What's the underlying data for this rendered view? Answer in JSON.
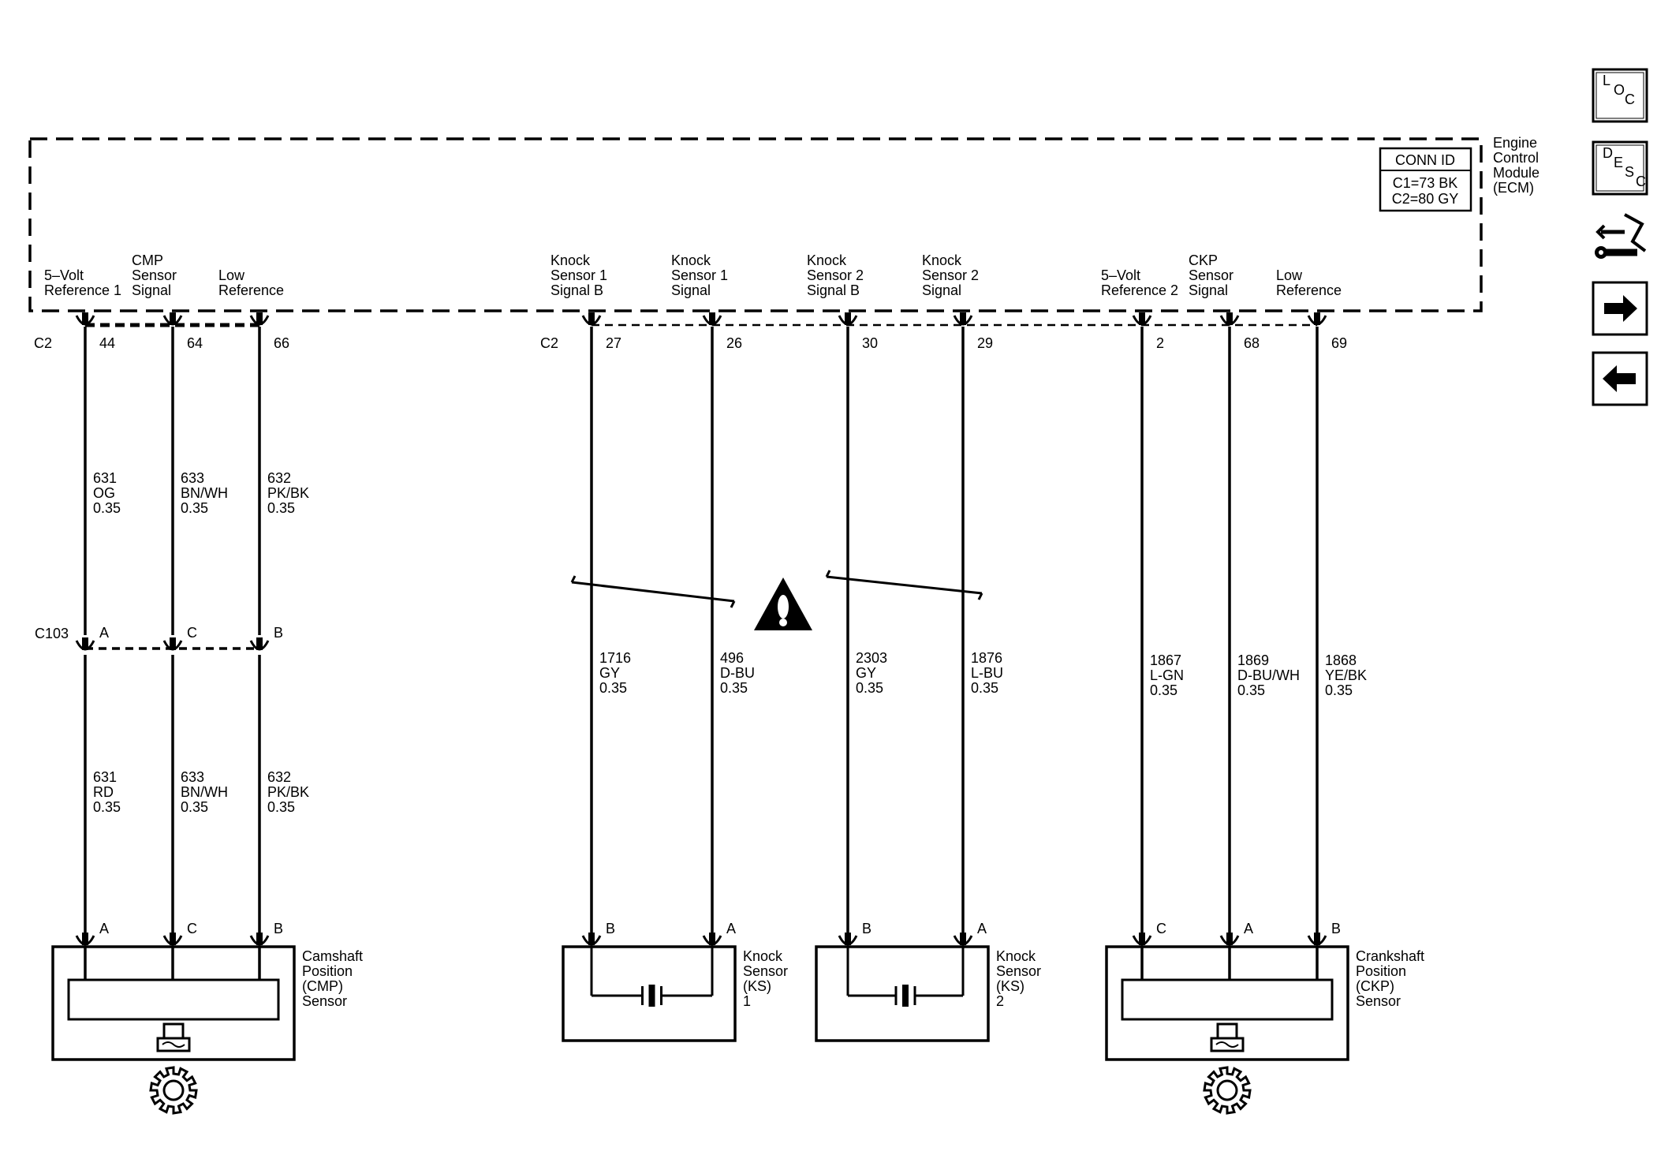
{
  "module": {
    "name": [
      "Engine",
      "Control",
      "Module",
      "(ECM)"
    ],
    "conn_id": {
      "title": "CONN ID",
      "c1": "C1=73 BK",
      "c2": "C2=80 GY"
    }
  },
  "side_icons": [
    "loc-icon",
    "desc-icon",
    "schematic-icon",
    "next-arrow-icon",
    "prev-arrow-icon"
  ],
  "header_connectors": [
    {
      "label": "C2",
      "index": 0
    },
    {
      "label": "C2",
      "index": 3
    }
  ],
  "inline_connector": {
    "label": "C103"
  },
  "circuits": [
    {
      "group": "cmp",
      "pin_label": [
        "5–Volt",
        "Reference 1"
      ],
      "ecm_pin": "44",
      "wire_upper": {
        "num": "631",
        "color": "OG",
        "size": "0.35"
      },
      "inline_pin": "A",
      "wire_lower": {
        "num": "631",
        "color": "RD",
        "size": "0.35"
      },
      "component_pin": "A"
    },
    {
      "group": "cmp",
      "pin_label": [
        "CMP",
        "Sensor",
        "Signal"
      ],
      "ecm_pin": "64",
      "wire_upper": {
        "num": "633",
        "color": "BN/WH",
        "size": "0.35"
      },
      "inline_pin": "C",
      "wire_lower": {
        "num": "633",
        "color": "BN/WH",
        "size": "0.35"
      },
      "component_pin": "C"
    },
    {
      "group": "cmp",
      "pin_label": [
        "Low",
        "Reference"
      ],
      "ecm_pin": "66",
      "wire_upper": {
        "num": "632",
        "color": "PK/BK",
        "size": "0.35"
      },
      "inline_pin": "B",
      "wire_lower": {
        "num": "632",
        "color": "PK/BK",
        "size": "0.35"
      },
      "component_pin": "B"
    },
    {
      "group": "ks1",
      "pin_label": [
        "Knock",
        "Sensor 1",
        "Signal B"
      ],
      "ecm_pin": "27",
      "wire": {
        "num": "1716",
        "color": "GY",
        "size": "0.35"
      },
      "component_pin": "B"
    },
    {
      "group": "ks1",
      "pin_label": [
        "Knock",
        "Sensor 1",
        "Signal"
      ],
      "ecm_pin": "26",
      "wire": {
        "num": "496",
        "color": "D-BU",
        "size": "0.35"
      },
      "component_pin": "A"
    },
    {
      "group": "ks2",
      "pin_label": [
        "Knock",
        "Sensor 2",
        "Signal B"
      ],
      "ecm_pin": "30",
      "wire": {
        "num": "2303",
        "color": "GY",
        "size": "0.35"
      },
      "component_pin": "B"
    },
    {
      "group": "ks2",
      "pin_label": [
        "Knock",
        "Sensor 2",
        "Signal"
      ],
      "ecm_pin": "29",
      "wire": {
        "num": "1876",
        "color": "L-BU",
        "size": "0.35"
      },
      "component_pin": "A"
    },
    {
      "group": "ckp",
      "pin_label": [
        "5–Volt",
        "Reference 2"
      ],
      "ecm_pin": "2",
      "wire": {
        "num": "1867",
        "color": "L-GN",
        "size": "0.35"
      },
      "component_pin": "C"
    },
    {
      "group": "ckp",
      "pin_label": [
        "CKP",
        "Sensor",
        "Signal"
      ],
      "ecm_pin": "68",
      "wire": {
        "num": "1869",
        "color": "D-BU/WH",
        "size": "0.35"
      },
      "component_pin": "A"
    },
    {
      "group": "ckp",
      "pin_label": [
        "Low",
        "Reference"
      ],
      "ecm_pin": "69",
      "wire": {
        "num": "1868",
        "color": "YE/BK",
        "size": "0.35"
      },
      "component_pin": "B"
    }
  ],
  "components": [
    {
      "id": "cmp-sensor",
      "name": [
        "Camshaft",
        "Position",
        "(CMP)",
        "Sensor"
      ],
      "kind": "hall"
    },
    {
      "id": "ks1",
      "name": [
        "Knock",
        "Sensor",
        "(KS)",
        "1"
      ],
      "kind": "piezo"
    },
    {
      "id": "ks2",
      "name": [
        "Knock",
        "Sensor",
        "(KS)",
        "2"
      ],
      "kind": "piezo"
    },
    {
      "id": "ckp-sensor",
      "name": [
        "Crankshaft",
        "Position",
        "(CKP)",
        "Sensor"
      ],
      "kind": "hall"
    }
  ]
}
